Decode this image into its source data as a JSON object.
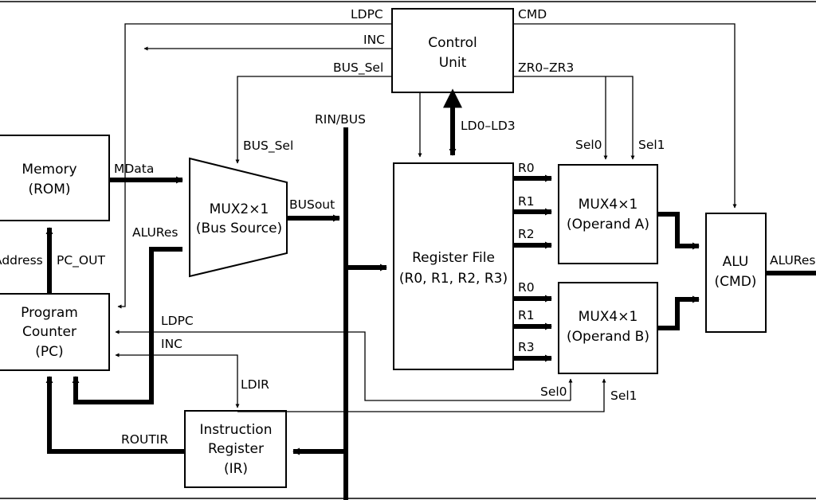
{
  "blocks": {
    "memory": [
      "Memory",
      "(ROM)"
    ],
    "pc": [
      "Program",
      "Counter",
      "(PC)"
    ],
    "ir": [
      "Instruction",
      "Register",
      "(IR)"
    ],
    "mux2": [
      "MUX2×1",
      "(Bus Source)"
    ],
    "control": [
      "Control",
      "Unit"
    ],
    "regfile": [
      "Register File",
      "(R0, R1, R2, R3)"
    ],
    "muxa": [
      "MUX4×1",
      "(Operand A)"
    ],
    "muxb": [
      "MUX4×1",
      "(Operand B)"
    ],
    "alu": [
      "ALU",
      "(CMD)"
    ]
  },
  "signals": {
    "ldpc_top": "LDPC",
    "cmd": "CMD",
    "inc_top": "INC",
    "bus_sel_top": "BUS_Sel",
    "zr": "ZR0–ZR3",
    "rin_bus": "RIN/BUS",
    "ld": "LD0–LD3",
    "bus_sel_mux": "BUS_Sel",
    "sel0_a": "Sel0",
    "sel1_a": "Sel1",
    "mdata": "MData",
    "busout": "BUSout",
    "alures_in": "ALURes",
    "address": "Address",
    "pc_out": "PC_OUT",
    "ldpc_pc": "LDPC",
    "inc_pc": "INC",
    "ldir": "LDIR",
    "routir": "ROUTIR",
    "ra0": "R0",
    "ra1": "R1",
    "ra2": "R2",
    "rb0": "R0",
    "rb1": "R1",
    "rb3": "R3",
    "sel0_b": "Sel0",
    "sel1_b": "Sel1",
    "alures_out": "ALURes"
  }
}
